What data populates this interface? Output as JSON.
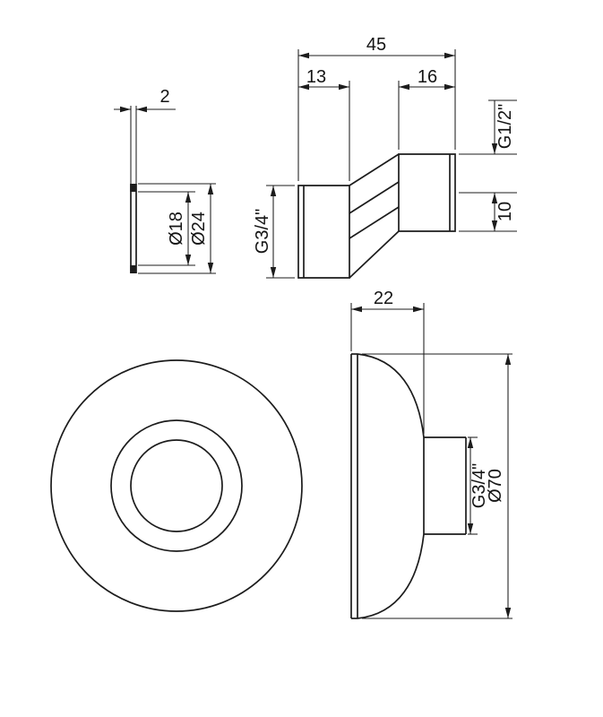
{
  "page": {
    "background": "#ffffff",
    "ink": "#1c1c1c",
    "kind": "technical dimension drawing"
  },
  "views": {
    "washer": {
      "thickness": "2",
      "inner_diameter": "Ø18",
      "outer_diameter": "Ø24"
    },
    "union": {
      "overall_length": "45",
      "inlet_length": "13",
      "outlet_length": "16",
      "outlet_thread": "G1/2\"",
      "axis_offset": "10",
      "inlet_thread": "G3/4\""
    },
    "escutcheon_side": {
      "depth": "22",
      "thread": "G3/4\"",
      "outer_diameter": "Ø70"
    }
  }
}
